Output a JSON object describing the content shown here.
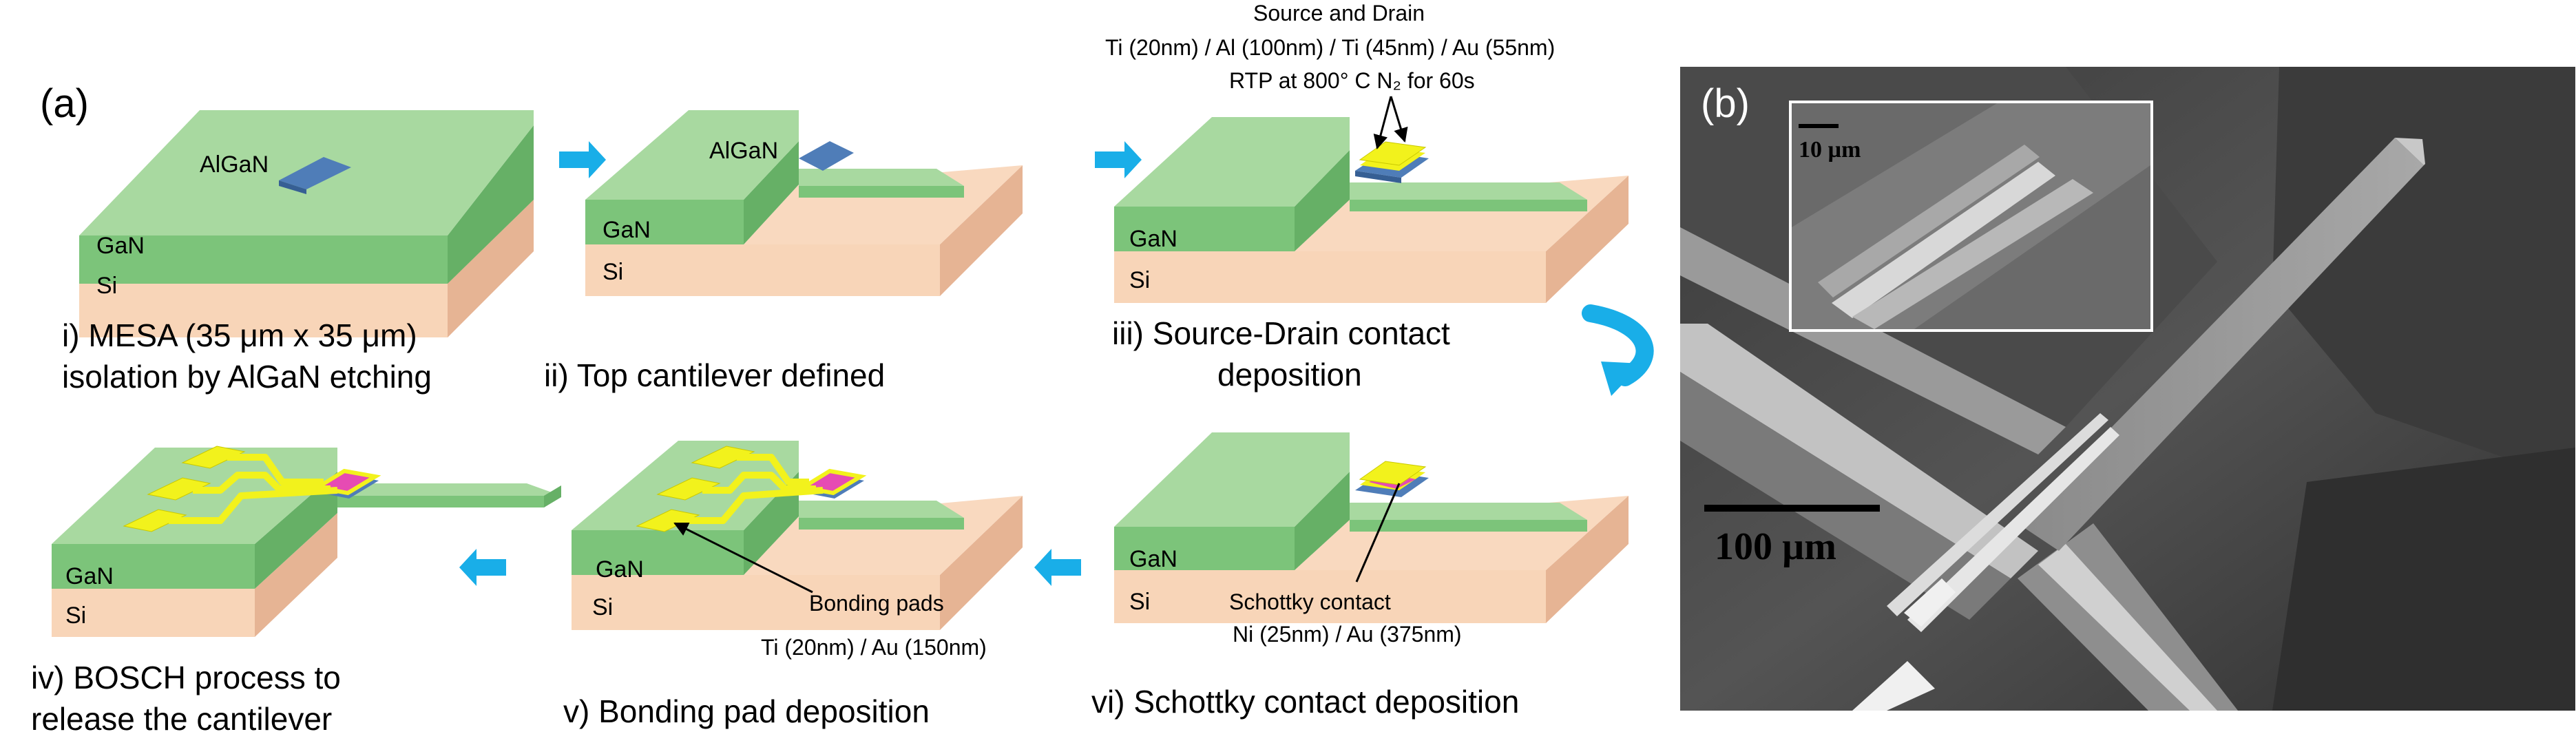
{
  "panels": {
    "a": "(a)",
    "b": "(b)"
  },
  "layers": {
    "algan": "AlGaN",
    "gan": "GaN",
    "si": "Si"
  },
  "steps": {
    "s1": {
      "line1": "i) MESA (35 μm x 35 μm)",
      "line2": "isolation by AlGaN etching"
    },
    "s2": {
      "line1": "ii) Top cantilever defined"
    },
    "s3": {
      "line1": "iii) Source-Drain contact",
      "line2": "deposition"
    },
    "s4": {
      "line1": "iv) BOSCH process to",
      "line2": "release the cantilever"
    },
    "s5": {
      "line1": "v) Bonding pad deposition"
    },
    "s6": {
      "line1": "vi) Schottky contact deposition"
    }
  },
  "annotations": {
    "source_drain": {
      "title": "Source and Drain",
      "stack": "Ti (20nm) / Al (100nm) / Ti (45nm) / Au (55nm)",
      "rtp": "RTP at 800° C N₂ for 60s"
    },
    "bonding": {
      "title": "Bonding pads",
      "stack": "Ti (20nm) / Au (150nm)"
    },
    "schottky": {
      "title": "Schottky contact",
      "stack": "Ni (25nm) / Au (375nm)"
    }
  },
  "sem": {
    "scale_main": "100 µm",
    "scale_inset": "10 µm"
  },
  "colors": {
    "gan_top": "#a8d9a0",
    "gan_front": "#7cc47a",
    "gan_side": "#68b268",
    "si_top": "#f9d9bf",
    "si_front": "#f8d5b8",
    "si_side": "#e9b898",
    "algan": "#4f7db8",
    "metal": "#f2f21c",
    "schottky": "#e64bb3",
    "arrow": "#19aee8"
  }
}
